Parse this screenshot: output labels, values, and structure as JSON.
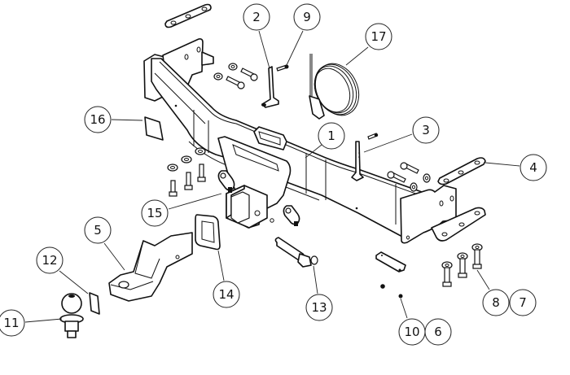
{
  "diagram": {
    "type": "exploded-assembly",
    "subject": "tow bar / hitch receiver assembly",
    "colors": {
      "line": "#111111",
      "background": "#ffffff"
    },
    "callouts": [
      {
        "id": "c2",
        "label": "2",
        "part": "mounting-bracket-left"
      },
      {
        "id": "c9",
        "label": "9",
        "part": "small-bolt"
      },
      {
        "id": "c17",
        "label": "17",
        "part": "wiring-harness"
      },
      {
        "id": "c16",
        "label": "16",
        "part": "label-plate"
      },
      {
        "id": "c1",
        "label": "1",
        "part": "main-crossbar"
      },
      {
        "id": "c3",
        "label": "3",
        "part": "mounting-bracket-right"
      },
      {
        "id": "c4",
        "label": "4",
        "part": "spacer-plate"
      },
      {
        "id": "c15",
        "label": "15",
        "part": "shackle"
      },
      {
        "id": "c5",
        "label": "5",
        "part": "ball-mount-tongue"
      },
      {
        "id": "c12",
        "label": "12",
        "part": "small-label"
      },
      {
        "id": "c14",
        "label": "14",
        "part": "receiver-cover"
      },
      {
        "id": "c13",
        "label": "13",
        "part": "hitch-pin"
      },
      {
        "id": "c11",
        "label": "11",
        "part": "tow-ball"
      },
      {
        "id": "c8",
        "label": "8",
        "part": "bolt"
      },
      {
        "id": "c7",
        "label": "7",
        "part": "washer"
      },
      {
        "id": "c10",
        "label": "10",
        "part": "nut"
      },
      {
        "id": "c6",
        "label": "6",
        "part": "clamp-plate"
      }
    ]
  }
}
